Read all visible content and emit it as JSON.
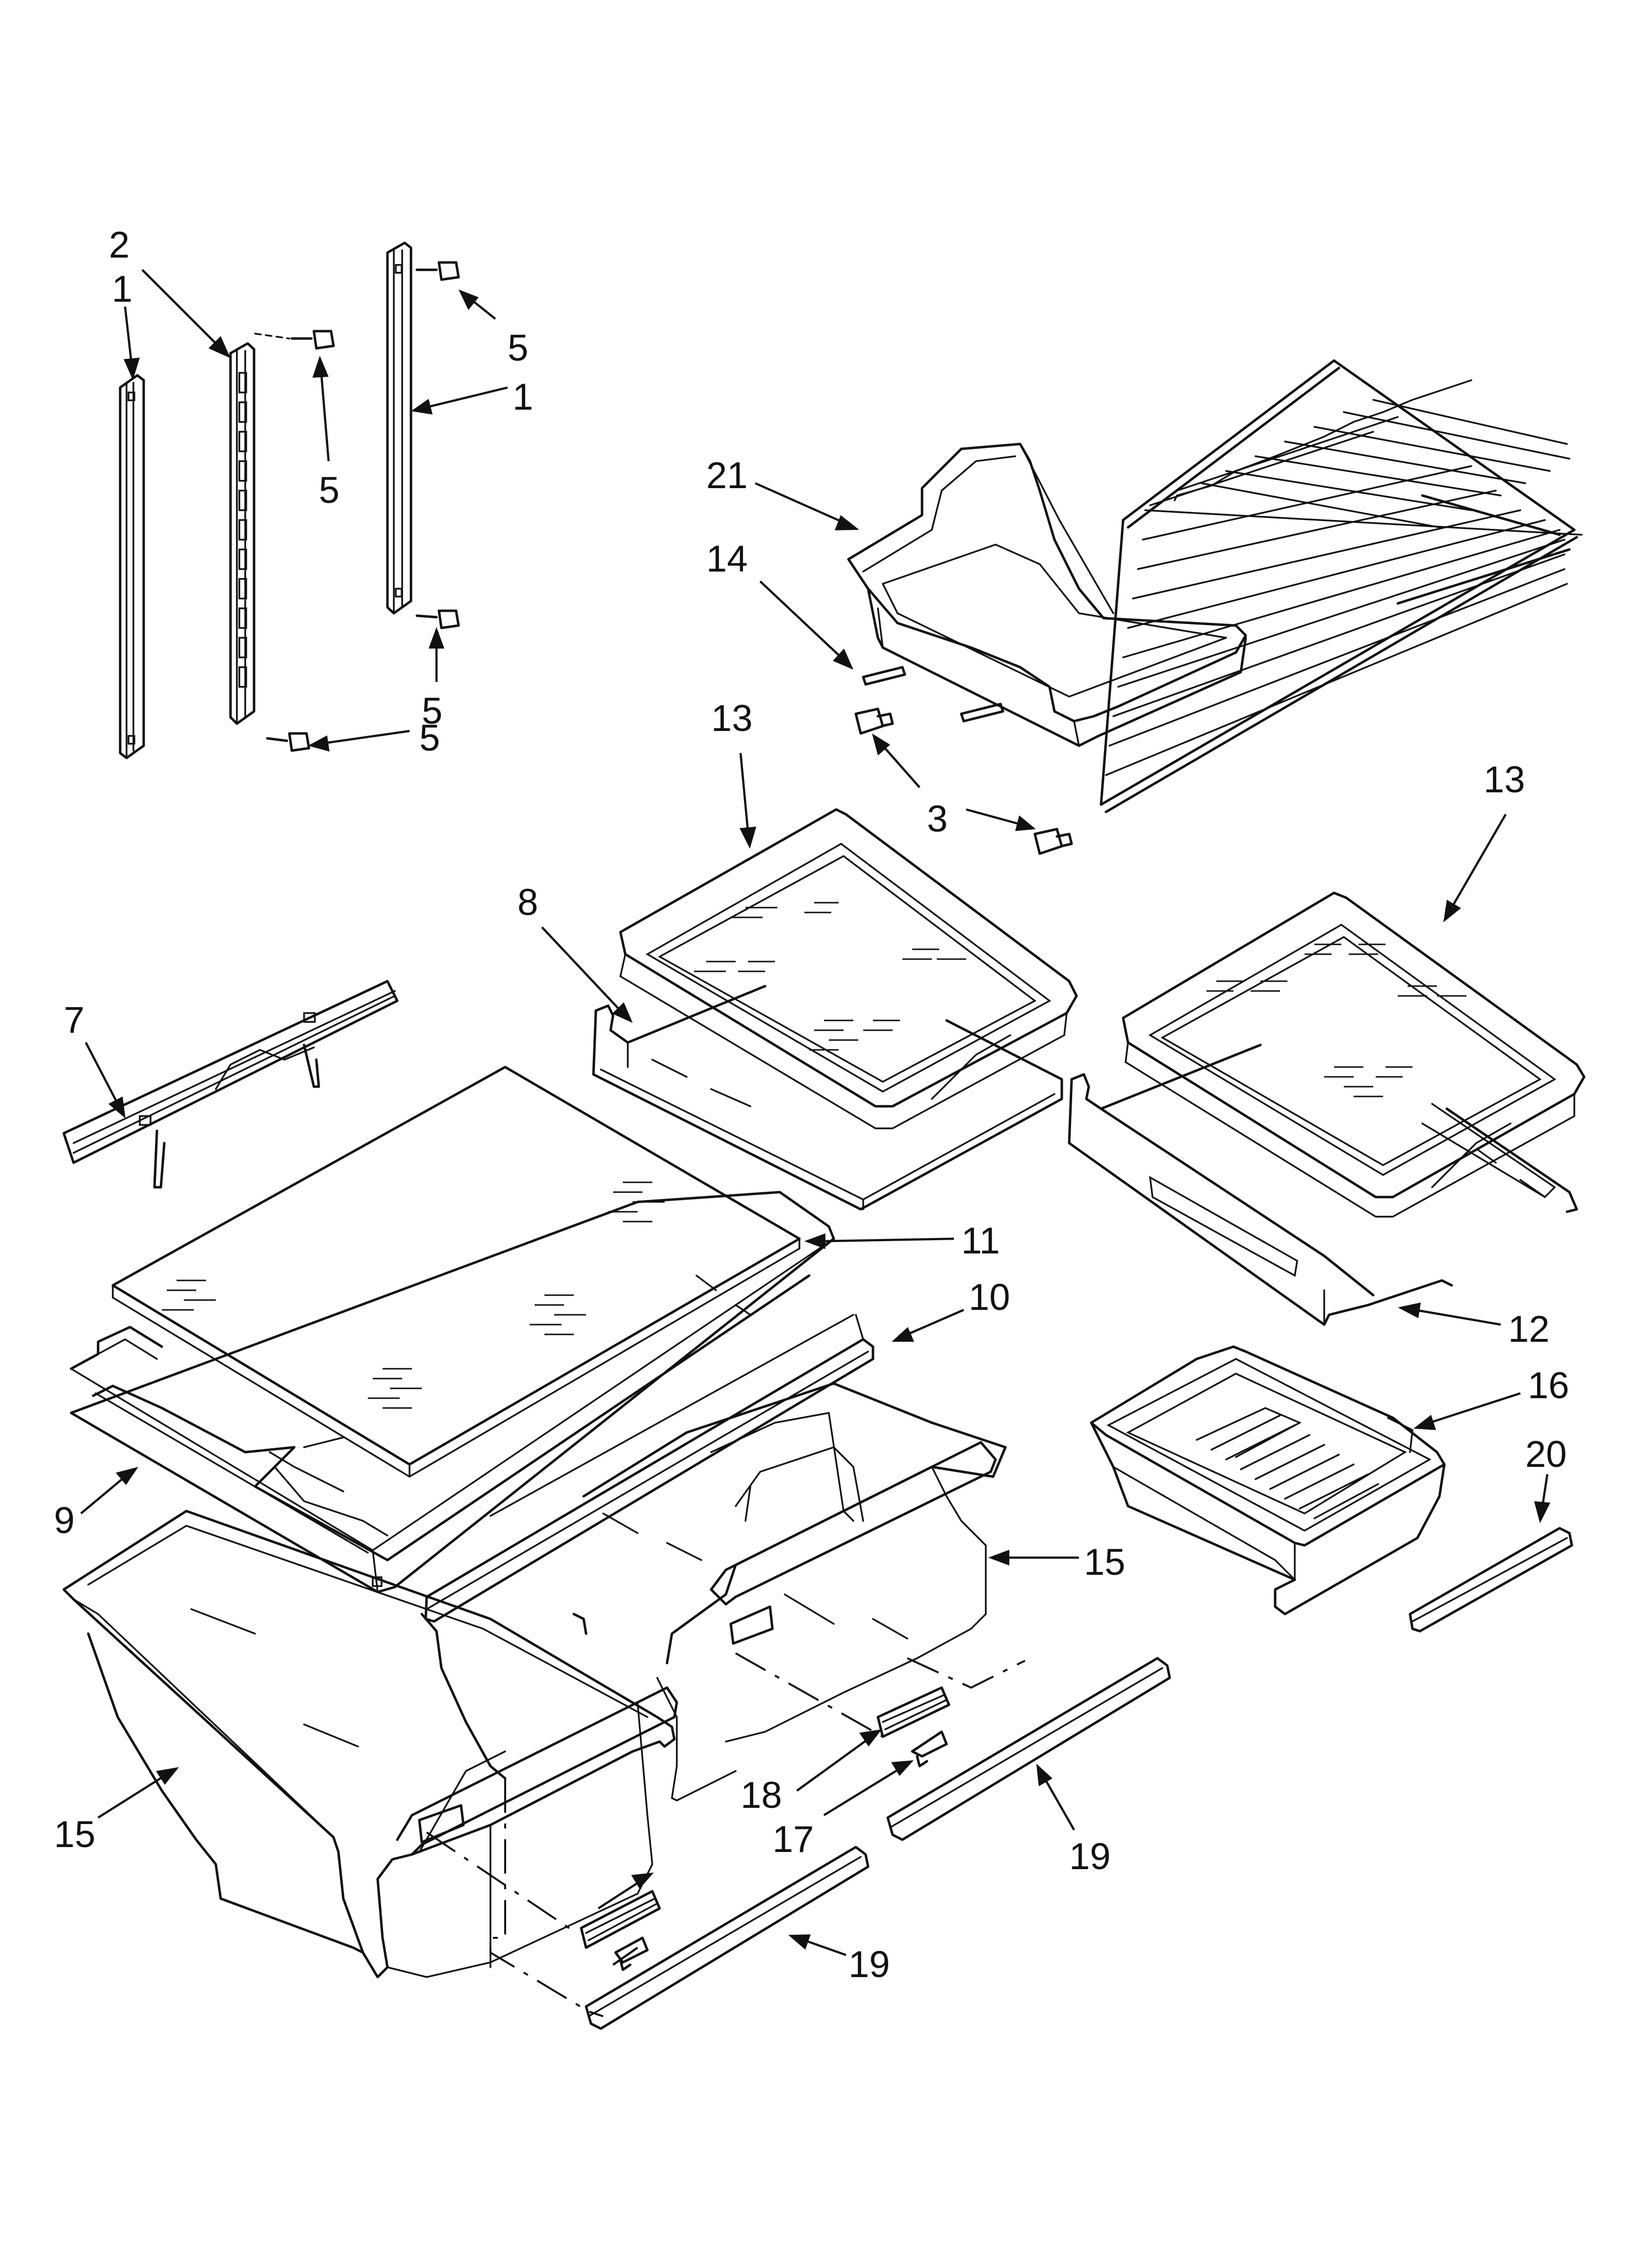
{
  "diagram": {
    "callouts": [
      {
        "id": "c2",
        "label": "2"
      },
      {
        "id": "c1a",
        "label": "1"
      },
      {
        "id": "c5a",
        "label": "5"
      },
      {
        "id": "c5b",
        "label": "5"
      },
      {
        "id": "c1b",
        "label": "1"
      },
      {
        "id": "c5c",
        "label": "5"
      },
      {
        "id": "c5d",
        "label": "5"
      },
      {
        "id": "c21",
        "label": "21"
      },
      {
        "id": "c14",
        "label": "14"
      },
      {
        "id": "c13a",
        "label": "13"
      },
      {
        "id": "c3",
        "label": "3"
      },
      {
        "id": "c13b",
        "label": "13"
      },
      {
        "id": "c8",
        "label": "8"
      },
      {
        "id": "c7",
        "label": "7"
      },
      {
        "id": "c11",
        "label": "11"
      },
      {
        "id": "c10",
        "label": "10"
      },
      {
        "id": "c12",
        "label": "12"
      },
      {
        "id": "c16",
        "label": "16"
      },
      {
        "id": "c20",
        "label": "20"
      },
      {
        "id": "c9",
        "label": "9"
      },
      {
        "id": "c15a",
        "label": "15"
      },
      {
        "id": "c15b",
        "label": "15"
      },
      {
        "id": "c18",
        "label": "18"
      },
      {
        "id": "c17",
        "label": "17"
      },
      {
        "id": "c19a",
        "label": "19"
      },
      {
        "id": "c19b",
        "label": "19"
      }
    ]
  }
}
